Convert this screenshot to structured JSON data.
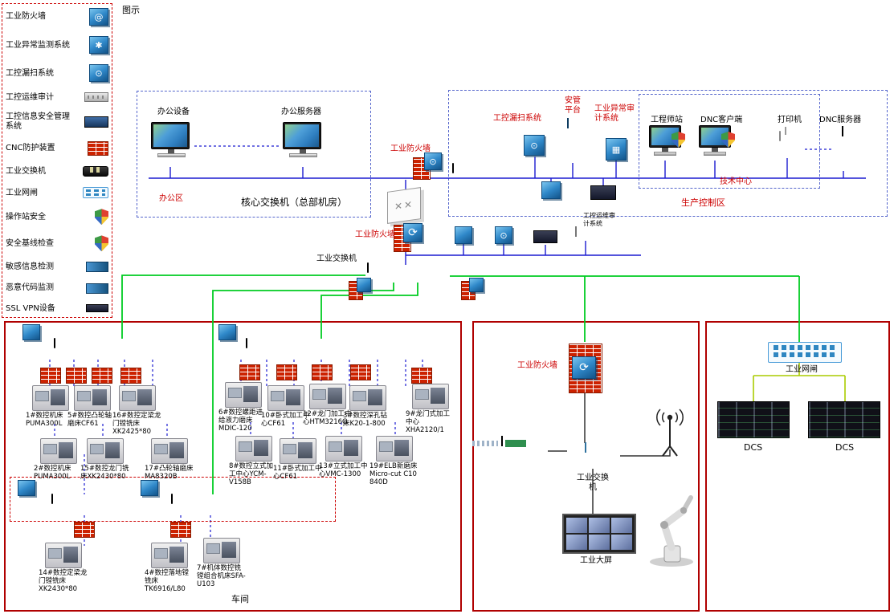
{
  "title": "图示",
  "legend": {
    "items": [
      {
        "label": "工业防火墙",
        "icon": "firewall-cube-icon"
      },
      {
        "label": "工业异常监测系统",
        "icon": "anomaly-monitor-cube-icon"
      },
      {
        "label": "工控漏扫系统",
        "icon": "vuln-scan-cube-icon"
      },
      {
        "label": "工控运维审计",
        "icon": "ops-audit-rack-icon"
      },
      {
        "label": "工控信息安全管理系统",
        "icon": "security-mgmt-server-icon"
      },
      {
        "label": "CNC防护装置",
        "icon": "cnc-protection-brick-icon"
      },
      {
        "label": "工业交换机",
        "icon": "industrial-switch-icon"
      },
      {
        "label": "工业网闸",
        "icon": "industrial-gateway-icon"
      },
      {
        "label": "操作站安全",
        "icon": "station-security-shield-icon"
      },
      {
        "label": "安全基线检查",
        "icon": "baseline-check-shield-icon"
      },
      {
        "label": "敏感信息检测",
        "icon": "sensitive-info-device-icon"
      },
      {
        "label": "恶意代码监测",
        "icon": "malware-monitor-device-icon"
      },
      {
        "label": "SSL VPN设备",
        "icon": "ssl-vpn-device-icon"
      }
    ]
  },
  "office": {
    "area_label": "办公区",
    "pc_label": "办公设备",
    "server_label": "办公服务器"
  },
  "core": {
    "switch_label": "核心交换机（总部机房）",
    "firewall_top_label": "工业防火墙",
    "firewall_mid_label": "工业防火墙",
    "industrial_switch_label": "工业交换机"
  },
  "production": {
    "area_label": "生产控制区",
    "tech_center_label": "技术中心",
    "scan_label": "工控漏扫系统",
    "platform_label": "安管平台",
    "audit_label": "工业异常审计系统",
    "om_audit_label": "工控运维审计系统",
    "engineer_label": "工程师站",
    "dnc_client_label": "DNC客户端",
    "printer_label": "打印机",
    "dnc_server_label": "DNC服务器"
  },
  "workshop": {
    "area_label": "车间",
    "machines": [
      {
        "name": "1#数控机床PUMA300L"
      },
      {
        "name": "5#数控凸轮轴磨床CF61"
      },
      {
        "name": "16#数控定梁龙门镗铣床XK2425*80"
      },
      {
        "name": "6#数控螺距进给液力磨床MDIC-120"
      },
      {
        "name": "10#卧式加工中心CF61"
      },
      {
        "name": "12#龙门加工中心HTM3216G"
      },
      {
        "name": "3#数控深孔钻床K20-1-800"
      },
      {
        "name": "9#龙门式加工中心XHA2120/1"
      },
      {
        "name": "2#数控机床PUMA300L"
      },
      {
        "name": "15#数控龙门铣床XK2430*80"
      },
      {
        "name": "17#凸轮轴磨床MA8320B"
      },
      {
        "name": "8#数控立式加工中心YCM-V158B"
      },
      {
        "name": "11#卧式加工中心CF61"
      },
      {
        "name": "13#立式加工中心VMC-1300"
      },
      {
        "name": "19#ELB新磨床Micro-cut C10 840D"
      },
      {
        "name": "14#数控定梁龙门镗铣床XK2430*80"
      },
      {
        "name": "4#数控落地镗铣床TK6916/L80"
      },
      {
        "name": "7#机体数控铣镗组合机床SFA-U103"
      }
    ]
  },
  "middle": {
    "firewall_label": "工业防火墙",
    "switch_label": "工业交换机",
    "screen_label": "工业大屏"
  },
  "right": {
    "gateway_label": "工业网闸",
    "dcs_left_label": "DCS",
    "dcs_right_label": "DCS"
  },
  "colors": {
    "line_blue": "#1b1bd0",
    "line_green": "#00cc22",
    "line_black": "#333333",
    "label_red": "#cc0000",
    "area_border_red": "#b00000",
    "area_border_blue": "#5566cc"
  }
}
